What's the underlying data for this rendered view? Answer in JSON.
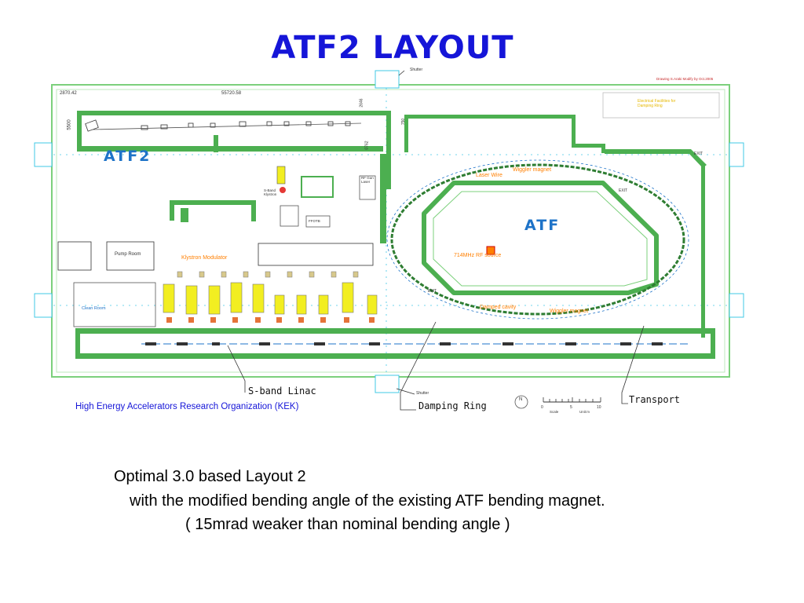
{
  "title": "ATF2  LAYOUT",
  "labels": {
    "atf2": "ATF2",
    "atf": "ATF",
    "shutter": "Shutter",
    "drawing_note": "Drawing S.Araki  Modify by Oct.2005",
    "dim_left": "2870.42",
    "dim_top": "55720.58",
    "dim_side": "5500",
    "dim_mid": "2646",
    "dim_mid2": "0762",
    "dim_mid3": "750",
    "pump_room": "Pump Room",
    "klystron_modulator": "Klystron Modulator",
    "clean_room": "Clean Room",
    "laser_wire": "Laser Wire",
    "wiggler_magnet_top": "Wiggler magnet",
    "wiggler_magnet_bottom": "Wiggler magnet",
    "rf_source": "714MHz RF source",
    "damped_cavity": "Damped cavity",
    "exit1": "EXIT",
    "exit2": "EXIT",
    "exit3": "EXIT",
    "fotb": "FFOTB",
    "sband_klystron": "S-Band Klystron",
    "rf_gun_laser": "RF Gun Laser",
    "yellow_note": "Electrical Facilities for Damping Ring",
    "sband_linac": "S-band Linac",
    "damping_ring": "Damping Ring",
    "transport": "Transport",
    "scale_label": "Scale",
    "scale_unit": "Unit:m",
    "scale_0": "0",
    "scale_5": "5",
    "scale_10": "10",
    "north": "N",
    "organization": "High Energy Accelerators Research Organization (KEK)"
  },
  "caption": {
    "line1": "Optimal 3.0 based Layout 2",
    "line2": "with the modified bending angle of the existing ATF bending magnet.",
    "line3": "( 15mrad weaker than nominal bending angle )"
  },
  "colors": {
    "title": "#1515d8",
    "wall_green": "#3c9a3c",
    "grid_cyan": "#41c8e6",
    "modulator_yellow": "#f2ee21",
    "beamline_blue": "#1e73c8",
    "annotation_orange": "#ff7f00"
  }
}
